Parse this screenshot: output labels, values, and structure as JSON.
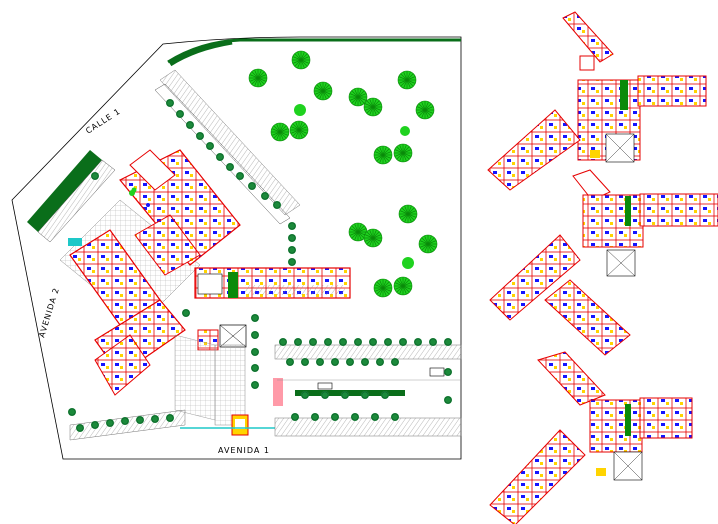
{
  "site_plan": {
    "street_labels": {
      "north": "CALLE 1",
      "west": "AVENIDA 2",
      "south": "AVENIDA 1"
    }
  },
  "colors": {
    "wall": "#e60000",
    "tree_green": "#1fd21f",
    "shrub_dark": "#0b5d2a",
    "boundary_green": "#0a6e1a",
    "accent_yellow": "#ffd400",
    "accent_blue": "#1414ff",
    "accent_magenta": "#ff00cc",
    "grid_gray": "#b0b0b0"
  }
}
